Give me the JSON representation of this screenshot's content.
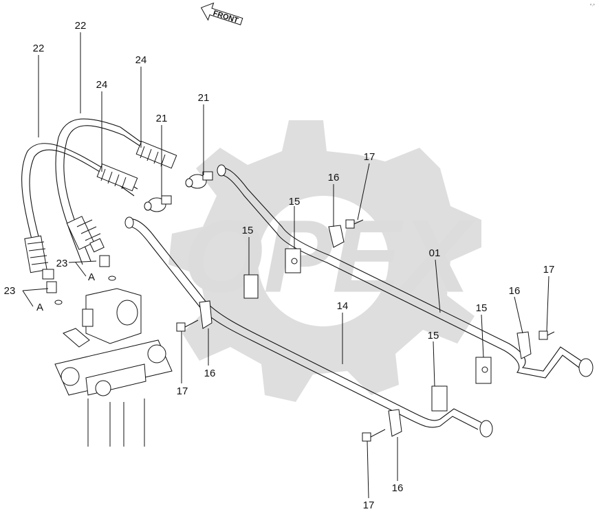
{
  "diagram": {
    "direction_label": "FRONT",
    "watermark_text": "OPEX",
    "corner_mark": "°·°",
    "callouts": {
      "c22a": "22",
      "c22b": "22",
      "c24a": "24",
      "c24b": "24",
      "c21a": "21",
      "c21b": "21",
      "c17a": "17",
      "c16a": "16",
      "c15a": "15",
      "c15b": "15",
      "c01": "01",
      "c17b": "17",
      "c16b": "16",
      "c15c": "15",
      "c23a": "23",
      "cAa": "A",
      "c23b": "23",
      "cAb": "A",
      "c14": "14",
      "c15d": "15",
      "c16c": "16",
      "c17c": "17",
      "c17d": "17",
      "c16d": "16"
    }
  }
}
